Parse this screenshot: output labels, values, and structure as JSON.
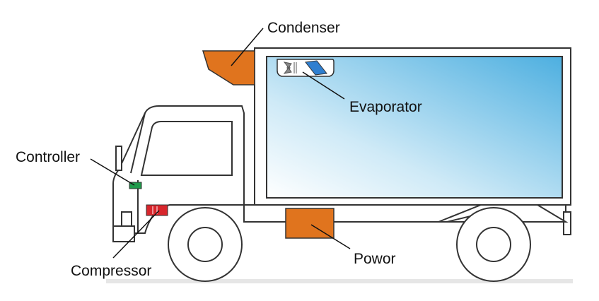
{
  "labels": {
    "condenser": "Condenser",
    "evaporator": "Evaporator",
    "controller": "Controller",
    "compressor": "Compressor",
    "power": "Powor"
  },
  "colors": {
    "component_orange": "#E0741E",
    "controller_green": "#1E9A4A",
    "compressor_red": "#D8262C",
    "evaporator_blue": "#2F7FD0",
    "box_gradient_light": "#FFFFFF",
    "box_gradient_dark": "#4DAFE0",
    "outline": "#333333"
  },
  "icons": [
    "fan-icon"
  ]
}
